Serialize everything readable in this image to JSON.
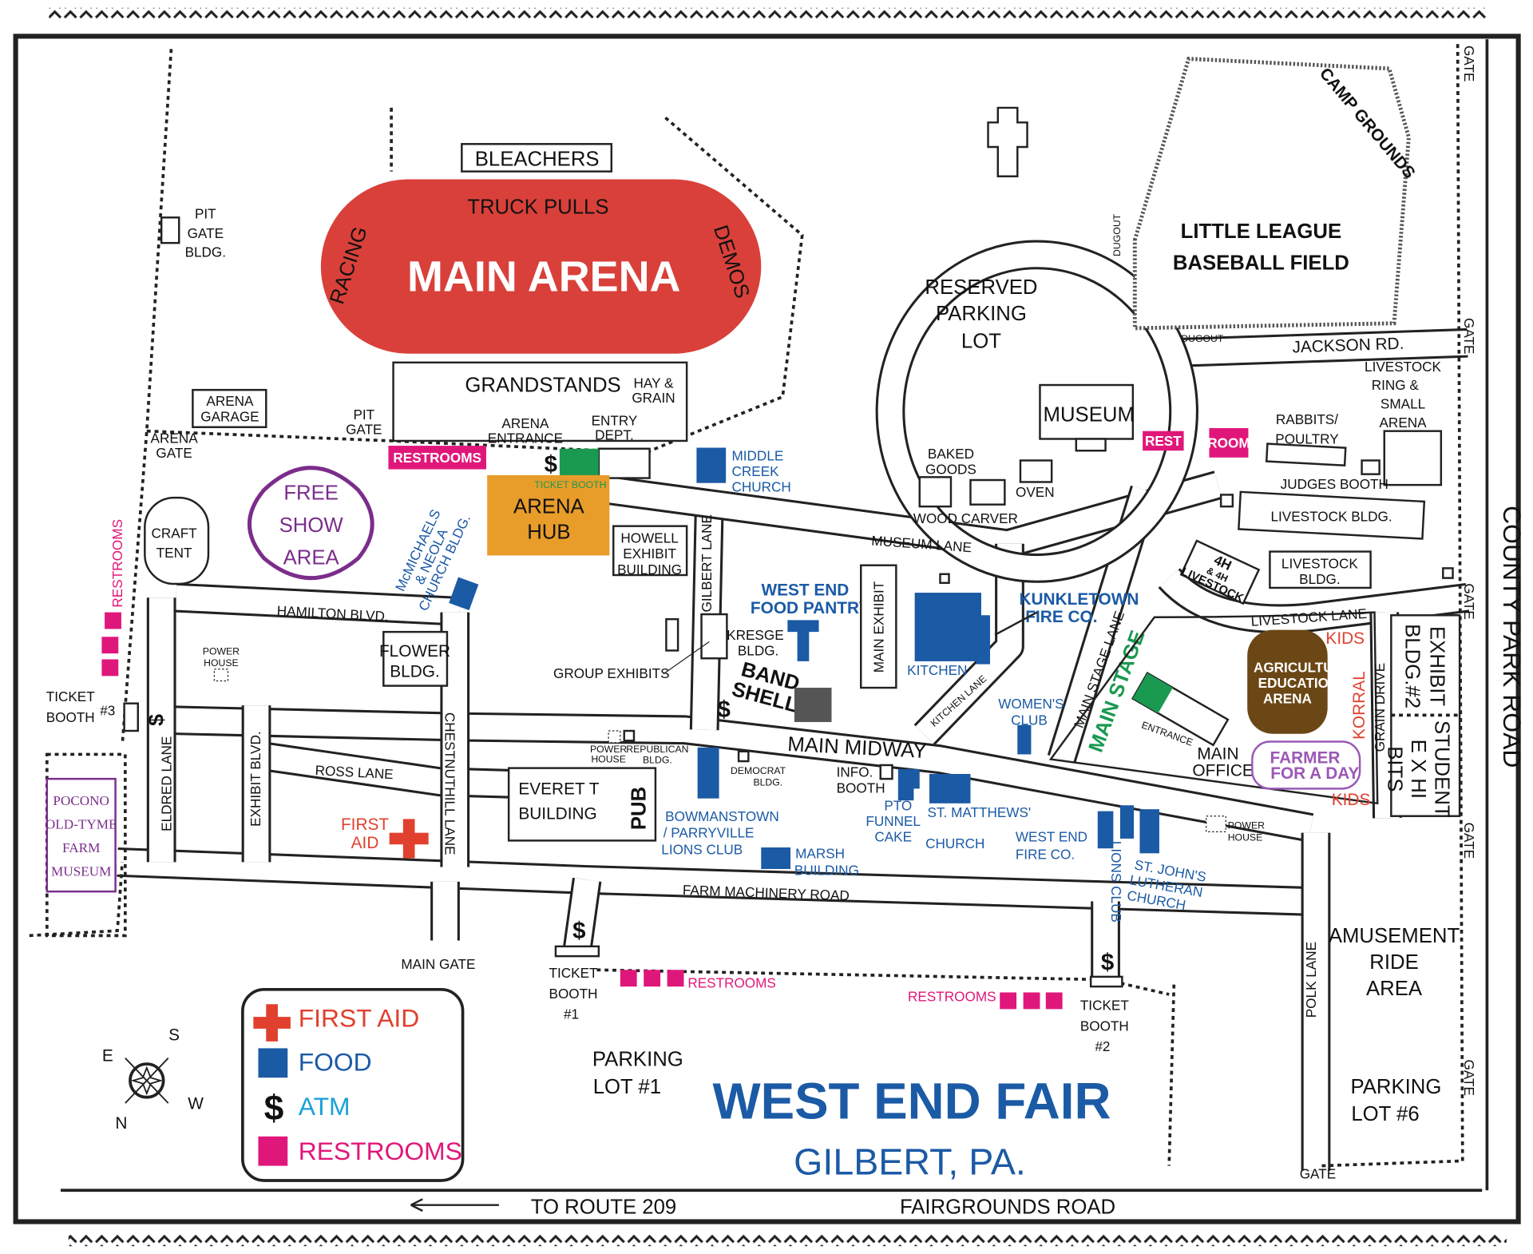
{
  "title": "WEST END FAIR",
  "subtitle": "GILBERT, PA.",
  "colors": {
    "arena": "#d9403a",
    "food": "#1b5aa5",
    "restrooms": "#e0177a",
    "first_aid": "#e1402f",
    "atm": "#1aa0d8",
    "arena_hub": "#e89c2a",
    "ticket_booth": "#1a9950",
    "main_stage": "#1a9950",
    "agri_arena": "#6b4715",
    "free_show": "#7b2d8b",
    "farmer_for_a_day": "#9b59b6"
  },
  "legend": {
    "first_aid": "FIRST AID",
    "food": "FOOD",
    "atm": "ATM",
    "restrooms": "RESTROOMS",
    "icons": {
      "first_aid": "red-cross-icon",
      "food": "blue-square-icon",
      "atm": "dollar-icon",
      "restrooms": "pink-square-icon"
    }
  },
  "compass": {
    "s": "S",
    "e": "E",
    "w": "W",
    "n": "N"
  },
  "labels": {
    "bleachers": "BLEACHERS",
    "truck_pulls": "TRUCK PULLS",
    "racing": "RACING",
    "demos": "DEMOS",
    "main_arena": "MAIN ARENA",
    "pit_gate_bldg": [
      "PIT",
      "GATE",
      "BLDG."
    ],
    "grandstands": "GRANDSTANDS",
    "hay_grain": [
      "HAY &",
      "GRAIN"
    ],
    "arena_garage": [
      "ARENA",
      "GARAGE"
    ],
    "pit_gate": [
      "PIT",
      "GATE"
    ],
    "arena_entrance": [
      "ARENA",
      "ENTRANCE"
    ],
    "entry_dept": [
      "ENTRY",
      "DEPT."
    ],
    "arena_gate": [
      "ARENA",
      "GATE"
    ],
    "restrooms_arena": "RESTROOMS",
    "ticket_booth": "TICKET BOOTH",
    "arena_hub": [
      "ARENA",
      "HUB"
    ],
    "middle_creek": [
      "MIDDLE",
      "CREEK",
      "CHURCH"
    ],
    "free_show": [
      "FREE",
      "SHOW",
      "AREA"
    ],
    "craft_tent": [
      "CRAFT",
      "TENT"
    ],
    "restrooms_left": "RESTROOMS",
    "mcmichaels": [
      "McMICHAELS",
      "& NEOLA",
      "CHURCH BLDG."
    ],
    "howell": [
      "HOWELL",
      "EXHIBIT",
      "BUILDING"
    ],
    "gilbert_lane": "GILBERT LANE",
    "museum_lane": "MUSEUM LANE",
    "hamilton_blvd": "HAMILTON BLVD.",
    "power_house_left": [
      "POWER",
      "HOUSE"
    ],
    "flower_bldg": [
      "FLOWER",
      "BLDG."
    ],
    "ticket_booth_3": [
      "TICKET",
      "BOOTH",
      "#3"
    ],
    "eldred_lane": "ELDRED LANE",
    "exhibit_blvd": "EXHIBIT BLVD.",
    "ross_lane": "ROSS LANE",
    "chestnuthill_lane": "CHESTNUTHILL LANE",
    "first_aid": [
      "FIRST",
      "AID"
    ],
    "pocono": [
      "POCONO",
      "OLD-TYME",
      "FARM",
      "MUSEUM"
    ],
    "food_pantry": [
      "WEST END",
      "FOOD PANTRY"
    ],
    "kresge": [
      "KRESGE",
      "BLDG."
    ],
    "group_exhibits": "GROUP EXHIBITS",
    "band_shell": [
      "BAND",
      "SHELL"
    ],
    "main_exhibit": "MAIN EXHIBIT",
    "kitchen": "KITCHEN",
    "kunkletown": [
      "KUNKLETOWN",
      "FIRE CO."
    ],
    "kitchen_lane": "KITCHEN LANE",
    "womens_club": [
      "WOMEN'S",
      "CLUB"
    ],
    "main_stage_lane": "MAIN STAGE LANE",
    "main_stage": "MAIN STAGE",
    "entrance": "ENTRANCE",
    "main_office": [
      "MAIN",
      "OFFICE"
    ],
    "agri_arena": [
      "AGRICULTU",
      "EDUCATIO",
      "ARENA"
    ],
    "kids_top": "KIDS",
    "korral": "KORRAL",
    "kids_bottom": "KIDS",
    "farmer": [
      "FARMER",
      "FOR A DAY"
    ],
    "grain_drive": "GRAIN DRIVE",
    "exhibit_bldg2": [
      "EXHIBIT",
      "BLDG.#2"
    ],
    "student_exhibits": [
      "STUDENT",
      "E X HI",
      "BITS"
    ],
    "county_park_road": "COUNTY PARK ROAD",
    "gate": "GATE",
    "main_midway": "MAIN MIDWAY",
    "power_house_mid": [
      "POWER",
      "HOUSE"
    ],
    "republican": [
      "REPUBLICAN",
      "BLDG."
    ],
    "democrat": [
      "DEMOCRAT",
      "BLDG."
    ],
    "everett": [
      "EVERET  T",
      "BUILDING"
    ],
    "pub": "PUB",
    "bowmanstown": [
      "BOWMANSTOWN",
      "/ PARRYVILLE",
      "LIONS CLUB"
    ],
    "marsh": [
      "MARSH",
      "BUILDING"
    ],
    "info_booth": [
      "INFO.",
      "BOOTH"
    ],
    "pto": [
      "PTO",
      "FUNNEL",
      "CAKE"
    ],
    "st_matthews": [
      "ST. MATTHEWS'",
      "CHURCH"
    ],
    "west_end_fire": [
      "WEST END",
      "FIRE CO."
    ],
    "lions_club": "LIONS CLUB",
    "st_johns": [
      "ST. JOHN'S",
      "LUTHERAN",
      "CHURCH"
    ],
    "power_house_right": [
      "POWER",
      "HOUSE"
    ],
    "farm_machinery_road": "FARM MACHINERY ROAD",
    "main_gate": "MAIN GATE",
    "ticket_booth_1": [
      "TICKET",
      "BOOTH",
      "#1"
    ],
    "restrooms_bottom": "RESTROOMS",
    "ticket_booth_2": [
      "TICKET",
      "BOOTH",
      "#2"
    ],
    "polk_lane": "POLK LANE",
    "amusement": [
      "AMUSEMENT",
      "RIDE",
      "AREA"
    ],
    "parking_lot_1": [
      "PARKING",
      "LOT #1"
    ],
    "parking_lot_6": [
      "PARKING",
      "LOT #6"
    ],
    "to_route": "TO ROUTE 209",
    "fairgrounds_road": "FAIRGROUNDS ROAD",
    "reserved_parking": [
      "RESERVED",
      "PARKING",
      "LOT"
    ],
    "museum": "MUSEUM",
    "rest": "REST",
    "room": "ROOM",
    "baked_goods": [
      "BAKED",
      "GOODS"
    ],
    "oven": "OVEN",
    "wood_carver": "WOOD CARVER",
    "rabbits": [
      "RABBITS/",
      "POULTRY"
    ],
    "livestock_ring": [
      "LIVESTOCK",
      "RING &",
      "SMALL",
      "ARENA"
    ],
    "judges_booth": "JUDGES BOOTH",
    "livestock_bldg1": "LIVESTOCK BLDG.",
    "livestock_bldg2": [
      "LIVESTOCK",
      "BLDG."
    ],
    "four_h": [
      "4H",
      "& 4H",
      "LIVESTOCK"
    ],
    "livestock_lane": "LIVESTOCK LANE",
    "little_league": [
      "LITTLE LEAGUE",
      "BASEBALL FIELD"
    ],
    "camp_grounds": "CAMP GROUNDS",
    "dugout": "DUGOUT",
    "jackson_rd": "JACKSON RD.",
    "atm_symbol": "$"
  }
}
